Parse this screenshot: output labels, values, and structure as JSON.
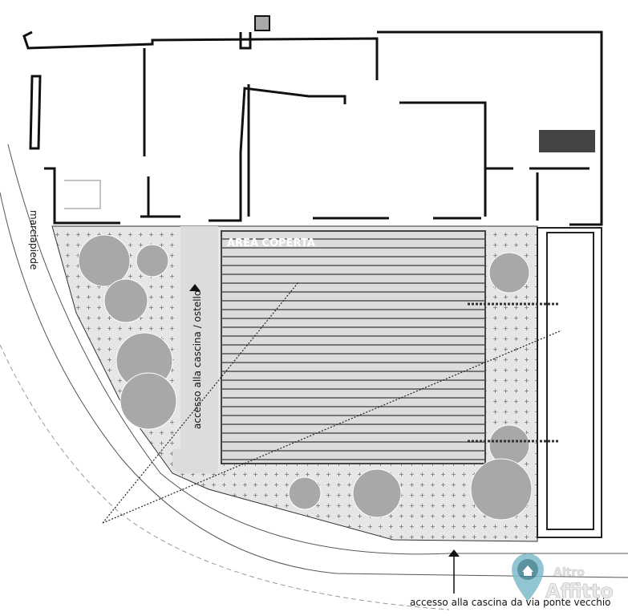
{
  "plan": {
    "covered_area_label": "AREA COPERTA",
    "sidewalk_label": "marciapiede",
    "side_access_label": "accesso alla cascina / ostello",
    "main_access_label": "accesso alla cascina  da via ponte vecchio"
  },
  "watermark": {
    "line1": "Altro",
    "line2": "Affitto",
    "icon": "house-pin-icon"
  },
  "colors": {
    "courtyard": "#e6e6e6",
    "covered": "#dcdcdc",
    "tree": "#a8a8a8",
    "pin": "#5ea6b8"
  }
}
